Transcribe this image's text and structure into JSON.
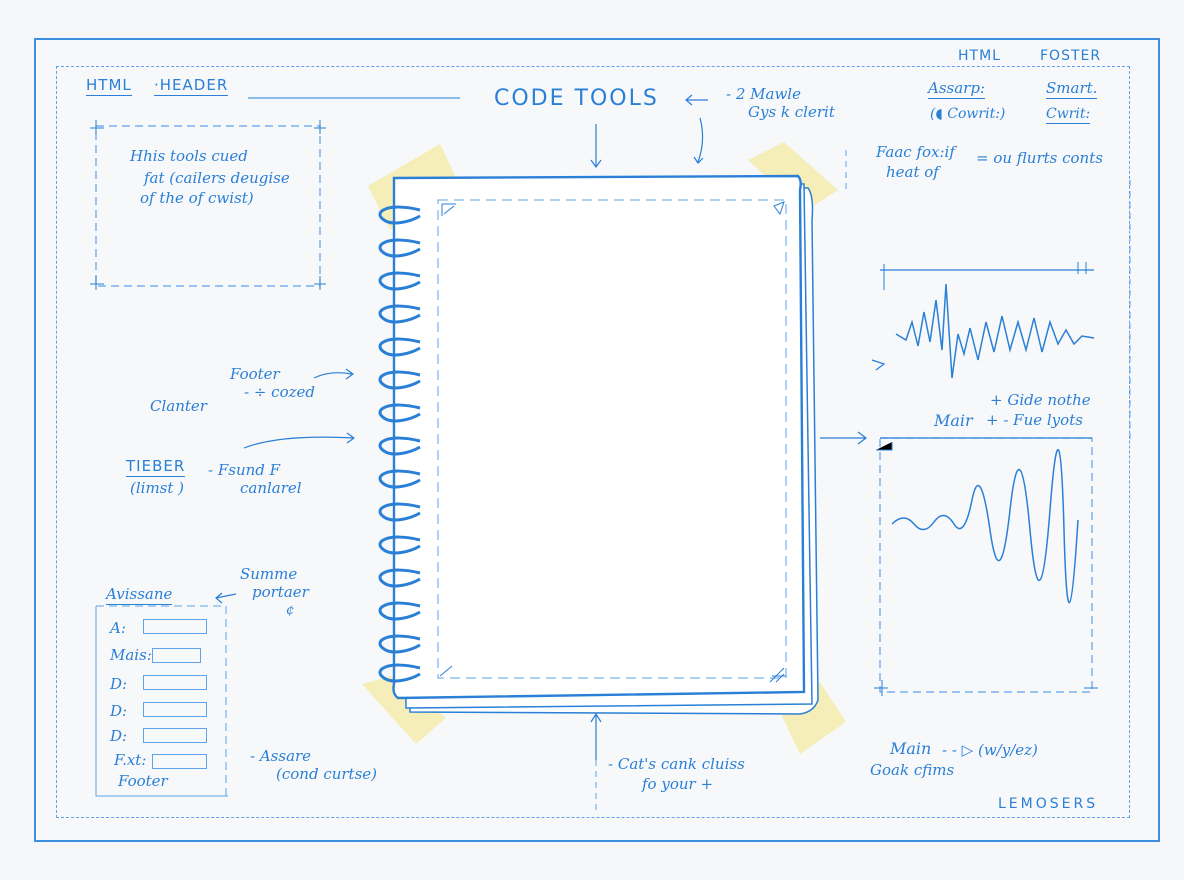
{
  "header": {
    "html_label": "HTML",
    "header_label": "·HEADER",
    "title": "CODE TOOLS",
    "note_top_right_1": "- 2 Mawle",
    "note_top_right_2": "Gys k clerit"
  },
  "top_right": {
    "html_label": "HTML",
    "footer_label": "FOSTER",
    "assarp": "Assarp:",
    "assarp_sub": "(◖ Cowrit:)",
    "smart": "Smart.",
    "smart_sub": "Cwrit:",
    "note_line_1": "Faac fox:if",
    "note_line_2": "heat of",
    "note_eq": "= ou flurts conts"
  },
  "top_left_box": {
    "line_1": "Hhis tools cued",
    "line_2": "fat (cailers deugise",
    "line_3": "of the of cwist)"
  },
  "left_notes": {
    "footer": "Footer",
    "clanter": "Clanter",
    "cozed": "- ÷ cozed",
    "tieber": "TIEBER",
    "limst": "(limst )",
    "found_1": "- Fsund F",
    "found_2": "canlarel"
  },
  "form": {
    "title": "Avissane",
    "note_1": "Summe",
    "note_2": "portaer",
    "note_3": "¢",
    "fields": [
      "A:",
      "Mais:",
      "D:",
      "D:",
      "D:"
    ],
    "fxt": "F.xt:",
    "footer": "Footer",
    "assare_1": "- Assare",
    "assare_2": "(cond curtse)"
  },
  "right_panel": {
    "gide": "+ Gide nothe",
    "mair": "Mair",
    "mair_rest": "+ - Fue lyots",
    "main_label": "Main",
    "main_arrow": "- - ▷ (w/y/ez)",
    "goak": "Goak cfims",
    "lemosers": "LEMOSERS"
  },
  "bottom_center": {
    "line_1": "- Cat's cank cluiss",
    "line_2": "fo your   +"
  },
  "colors": {
    "ink": "#2a7fd6",
    "tape": "#f5ecb0",
    "paper": "#ffffff",
    "ring": "#2a7fd6"
  }
}
